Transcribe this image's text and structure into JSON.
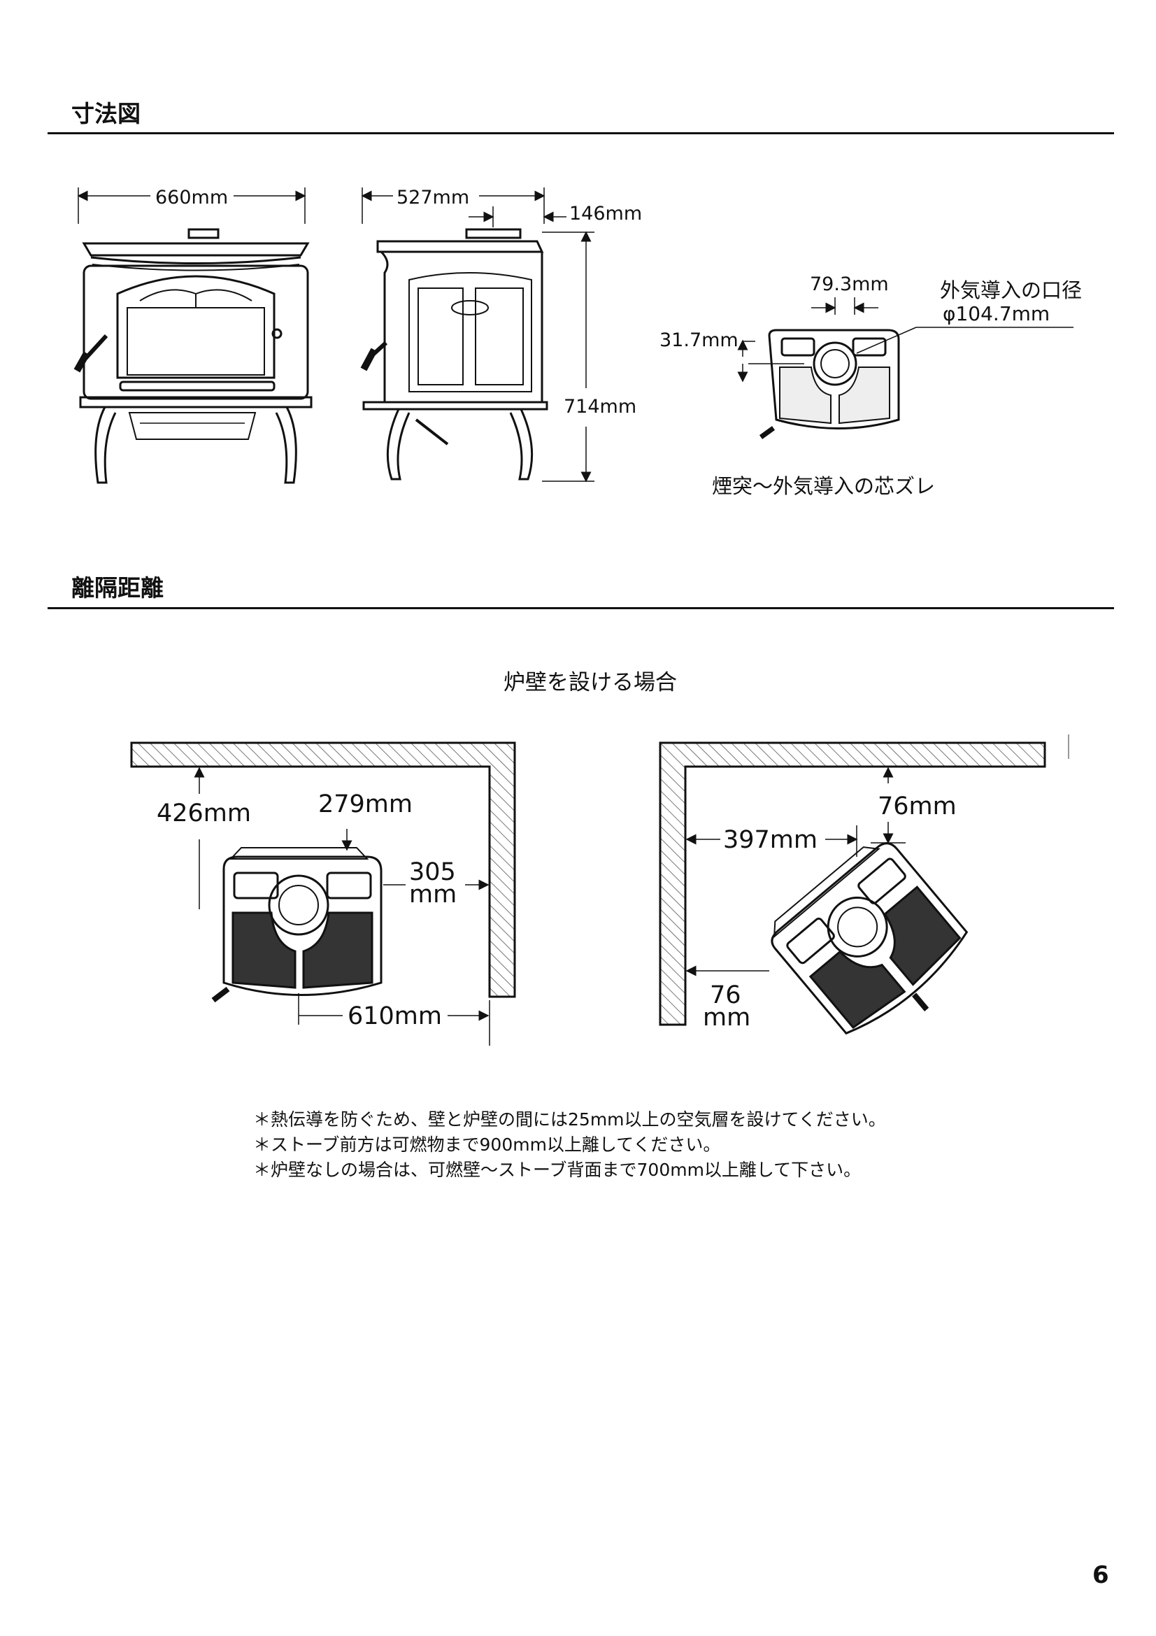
{
  "section1": {
    "title": "寸法図",
    "dims": {
      "front_width": "660mm",
      "side_depth": "527mm",
      "flue_offset": "146mm",
      "height": "714mm",
      "top_offset_x": "79.3mm",
      "top_offset_y": "31.7mm",
      "air_inlet_label": "外気導入の口径",
      "air_inlet_diameter": "φ104.7mm",
      "top_caption": "煙突～外気導入の芯ズレ"
    }
  },
  "section2": {
    "title": "離隔距離",
    "subtitle": "炉壁を設ける場合",
    "left": {
      "side_gap": "426mm",
      "rear_gap": "279mm",
      "wall_gap_line1": "305",
      "wall_gap_line2": "mm",
      "center_to_wall": "610mm"
    },
    "right": {
      "rear_gap": "76mm",
      "center_gap": "397mm",
      "side_gap_line1": "76",
      "side_gap_line2": "mm"
    }
  },
  "notes": [
    "＊熱伝導を防ぐため、壁と炉壁の間には25mm以上の空気層を設けてください。",
    "＊ストーブ前方は可燃物まで900mm以上離してください。",
    "＊炉壁なしの場合は、可燃壁～ストーブ背面まで700mm以上離して下さい。"
  ],
  "page_number": "6"
}
